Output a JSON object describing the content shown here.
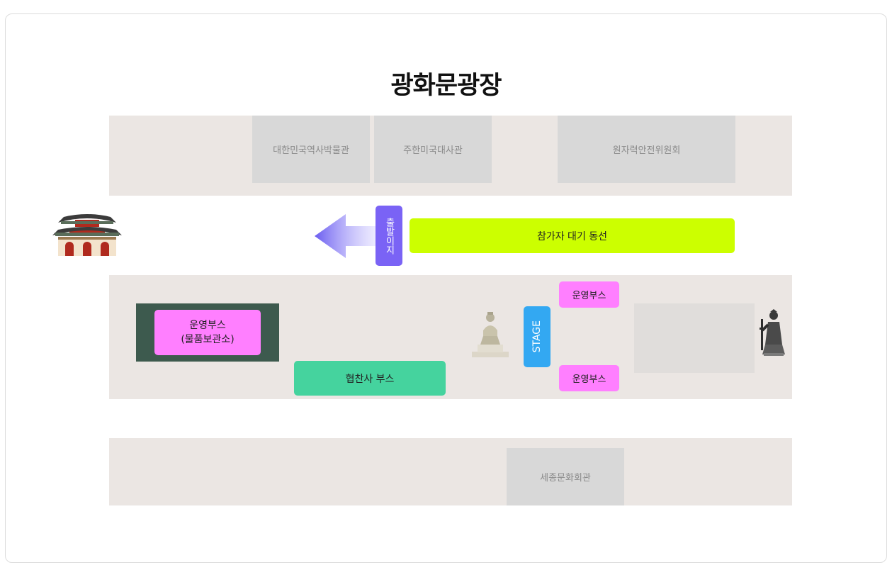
{
  "map": {
    "title": "광화문광장",
    "buildings": {
      "museum": "대한민국역사박물관",
      "us_embassy": "주한미국대사관",
      "nuclear_commission": "원자력안전위원회",
      "sejong_center": "세종문화회관"
    },
    "zones": {
      "departure": "출발이지",
      "waiting_line": "참가자 대기 동선",
      "ops_booth_storage_line1": "운영부스",
      "ops_booth_storage_line2": "(물품보관소)",
      "sponsor_booth": "협찬사 부스",
      "stage": "STAGE",
      "ops_booth_top": "운영부스",
      "ops_booth_bottom": "운영부스"
    },
    "colors": {
      "band": "#ebe6e3",
      "building": "#d8d8d8",
      "waiting_line": "#ccff00",
      "departure": "#7a63f5",
      "ops_booth": "#ff7fff",
      "sponsor_booth": "#45d39e",
      "stage": "#33a8f2",
      "storage_area": "#3d5a4e"
    },
    "icons": [
      "gwanghwamun-gate-icon",
      "departure-arrow-icon",
      "sejong-statue-icon",
      "yi-sun-sin-statue-icon"
    ]
  }
}
